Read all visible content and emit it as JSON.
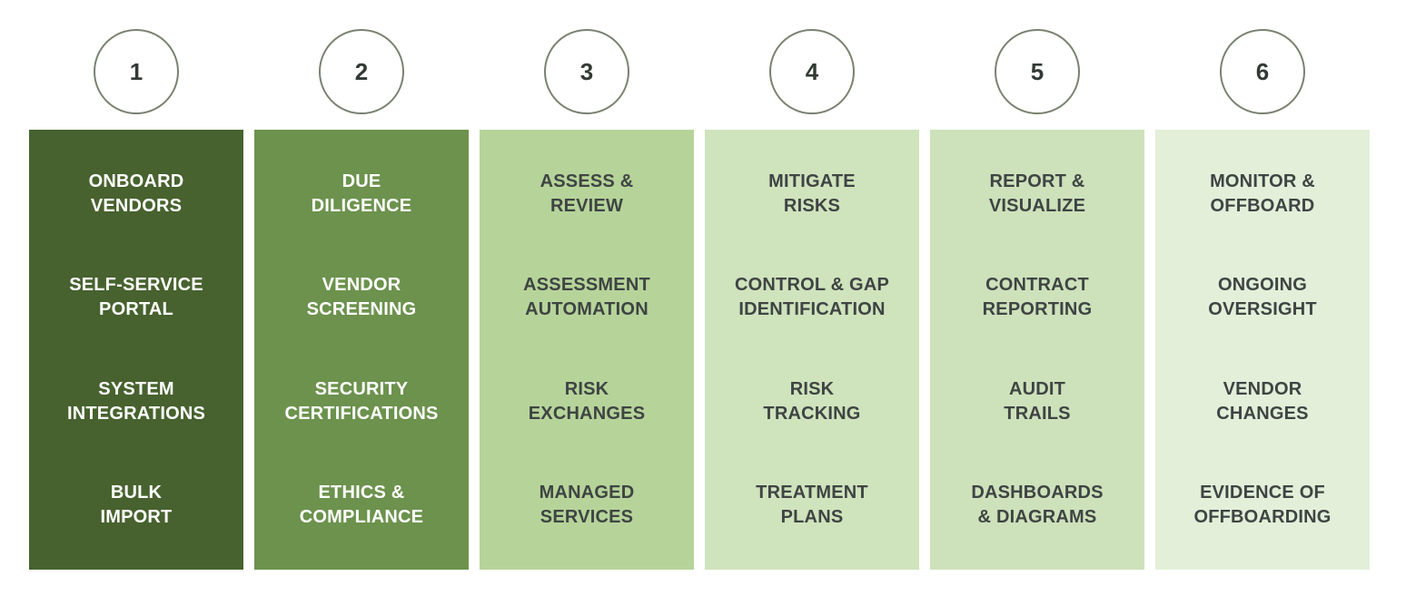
{
  "palette": {
    "circle_border": "#78826f",
    "circle_number_color": "#333a36",
    "light_text": "#ffffff",
    "dark_text": "#3f4443"
  },
  "columns": [
    {
      "number": "1",
      "bg": "#47622e",
      "text_color": "#ffffff",
      "items": [
        "ONBOARD\nVENDORS",
        "SELF-SERVICE\nPORTAL",
        "SYSTEM\nINTEGRATIONS",
        "BULK\nIMPORT"
      ]
    },
    {
      "number": "2",
      "bg": "#6c924d",
      "text_color": "#ffffff",
      "items": [
        "DUE\nDILIGENCE",
        "VENDOR\nSCREENING",
        "SECURITY\nCERTIFICATIONS",
        "ETHICS &\nCOMPLIANCE"
      ]
    },
    {
      "number": "3",
      "bg": "#b6d49a",
      "text_color": "#3f4443",
      "items": [
        "ASSESS &\nREVIEW",
        "ASSESSMENT\nAUTOMATION",
        "RISK\nEXCHANGES",
        "MANAGED\nSERVICES"
      ]
    },
    {
      "number": "4",
      "bg": "#cfe3bd",
      "text_color": "#3f4443",
      "items": [
        "MITIGATE\nRISKS",
        "CONTROL & GAP\nIDENTIFICATION",
        "RISK\nTRACKING",
        "TREATMENT\nPLANS"
      ]
    },
    {
      "number": "5",
      "bg": "#cde1bb",
      "text_color": "#3f4443",
      "items": [
        "REPORT &\nVISUALIZE",
        "CONTRACT\nREPORTING",
        "AUDIT\nTRAILS",
        "DASHBOARDS\n& DIAGRAMS"
      ]
    },
    {
      "number": "6",
      "bg": "#e3efd9",
      "text_color": "#3f4443",
      "items": [
        "MONITOR &\nOFFBOARD",
        "ONGOING\nOVERSIGHT",
        "VENDOR\nCHANGES",
        "EVIDENCE OF\nOFFBOARDING"
      ]
    }
  ]
}
